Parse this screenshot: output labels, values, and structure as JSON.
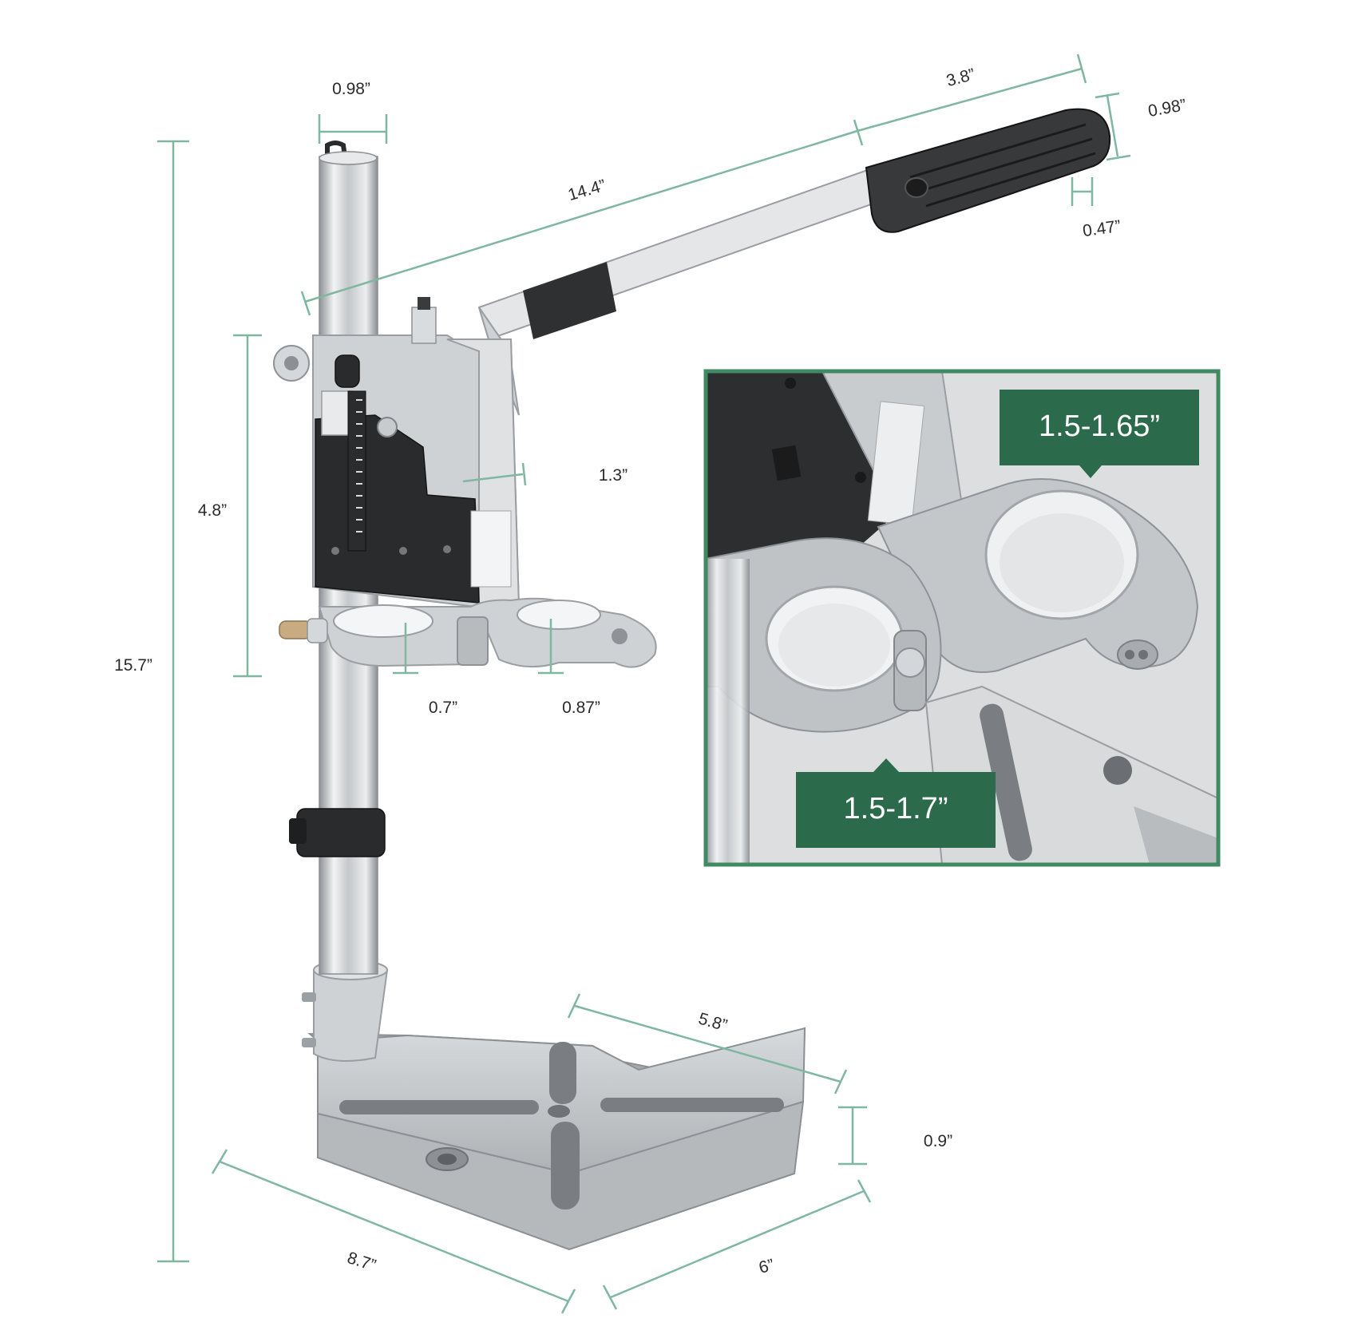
{
  "dimensions": {
    "column_top_width": "0.98”",
    "handle_grip_length": "3.8”",
    "handle_grip_height": "0.98”",
    "lever_length": "14.4”",
    "handle_grip_thickness": "0.47”",
    "carriage_height": "4.8”",
    "clamp_reach": "1.3”",
    "total_height": "15.7”",
    "collar_left_height": "0.7”",
    "collar_right_height": "0.87”",
    "base_back_edge": "5.8”",
    "base_thickness": "0.9”",
    "base_front_edge": "8.7”",
    "base_side_edge": "6”"
  },
  "inset": {
    "upper_clamp_range": "1.5-1.65”",
    "lower_clamp_range": "1.5-1.7”"
  },
  "colors": {
    "dimension_line": "#7fb7a0",
    "callout_background": "#2b6b4c",
    "inset_border": "#3f8a62"
  }
}
